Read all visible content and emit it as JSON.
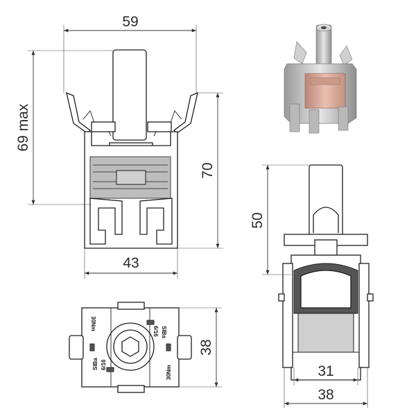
{
  "dimensions": {
    "width_top": "59",
    "height_max": "69 max",
    "height_total": "70",
    "width_bottom": "43",
    "side_height": "50",
    "side_inner_width": "31",
    "side_outer_width": "38",
    "top_view_height": "38"
  },
  "markings": {
    "torque_left": "30Nm",
    "torque_right": "30Nm",
    "range_top_right": "6/16",
    "range_bottom_left": "6/16",
    "size_top_right": "SIBa",
    "size_bottom_left": "SIBa"
  },
  "colors": {
    "copper": "#d9a99a",
    "steel": "#c8c8c8",
    "hatch": "#bdbdbd"
  }
}
